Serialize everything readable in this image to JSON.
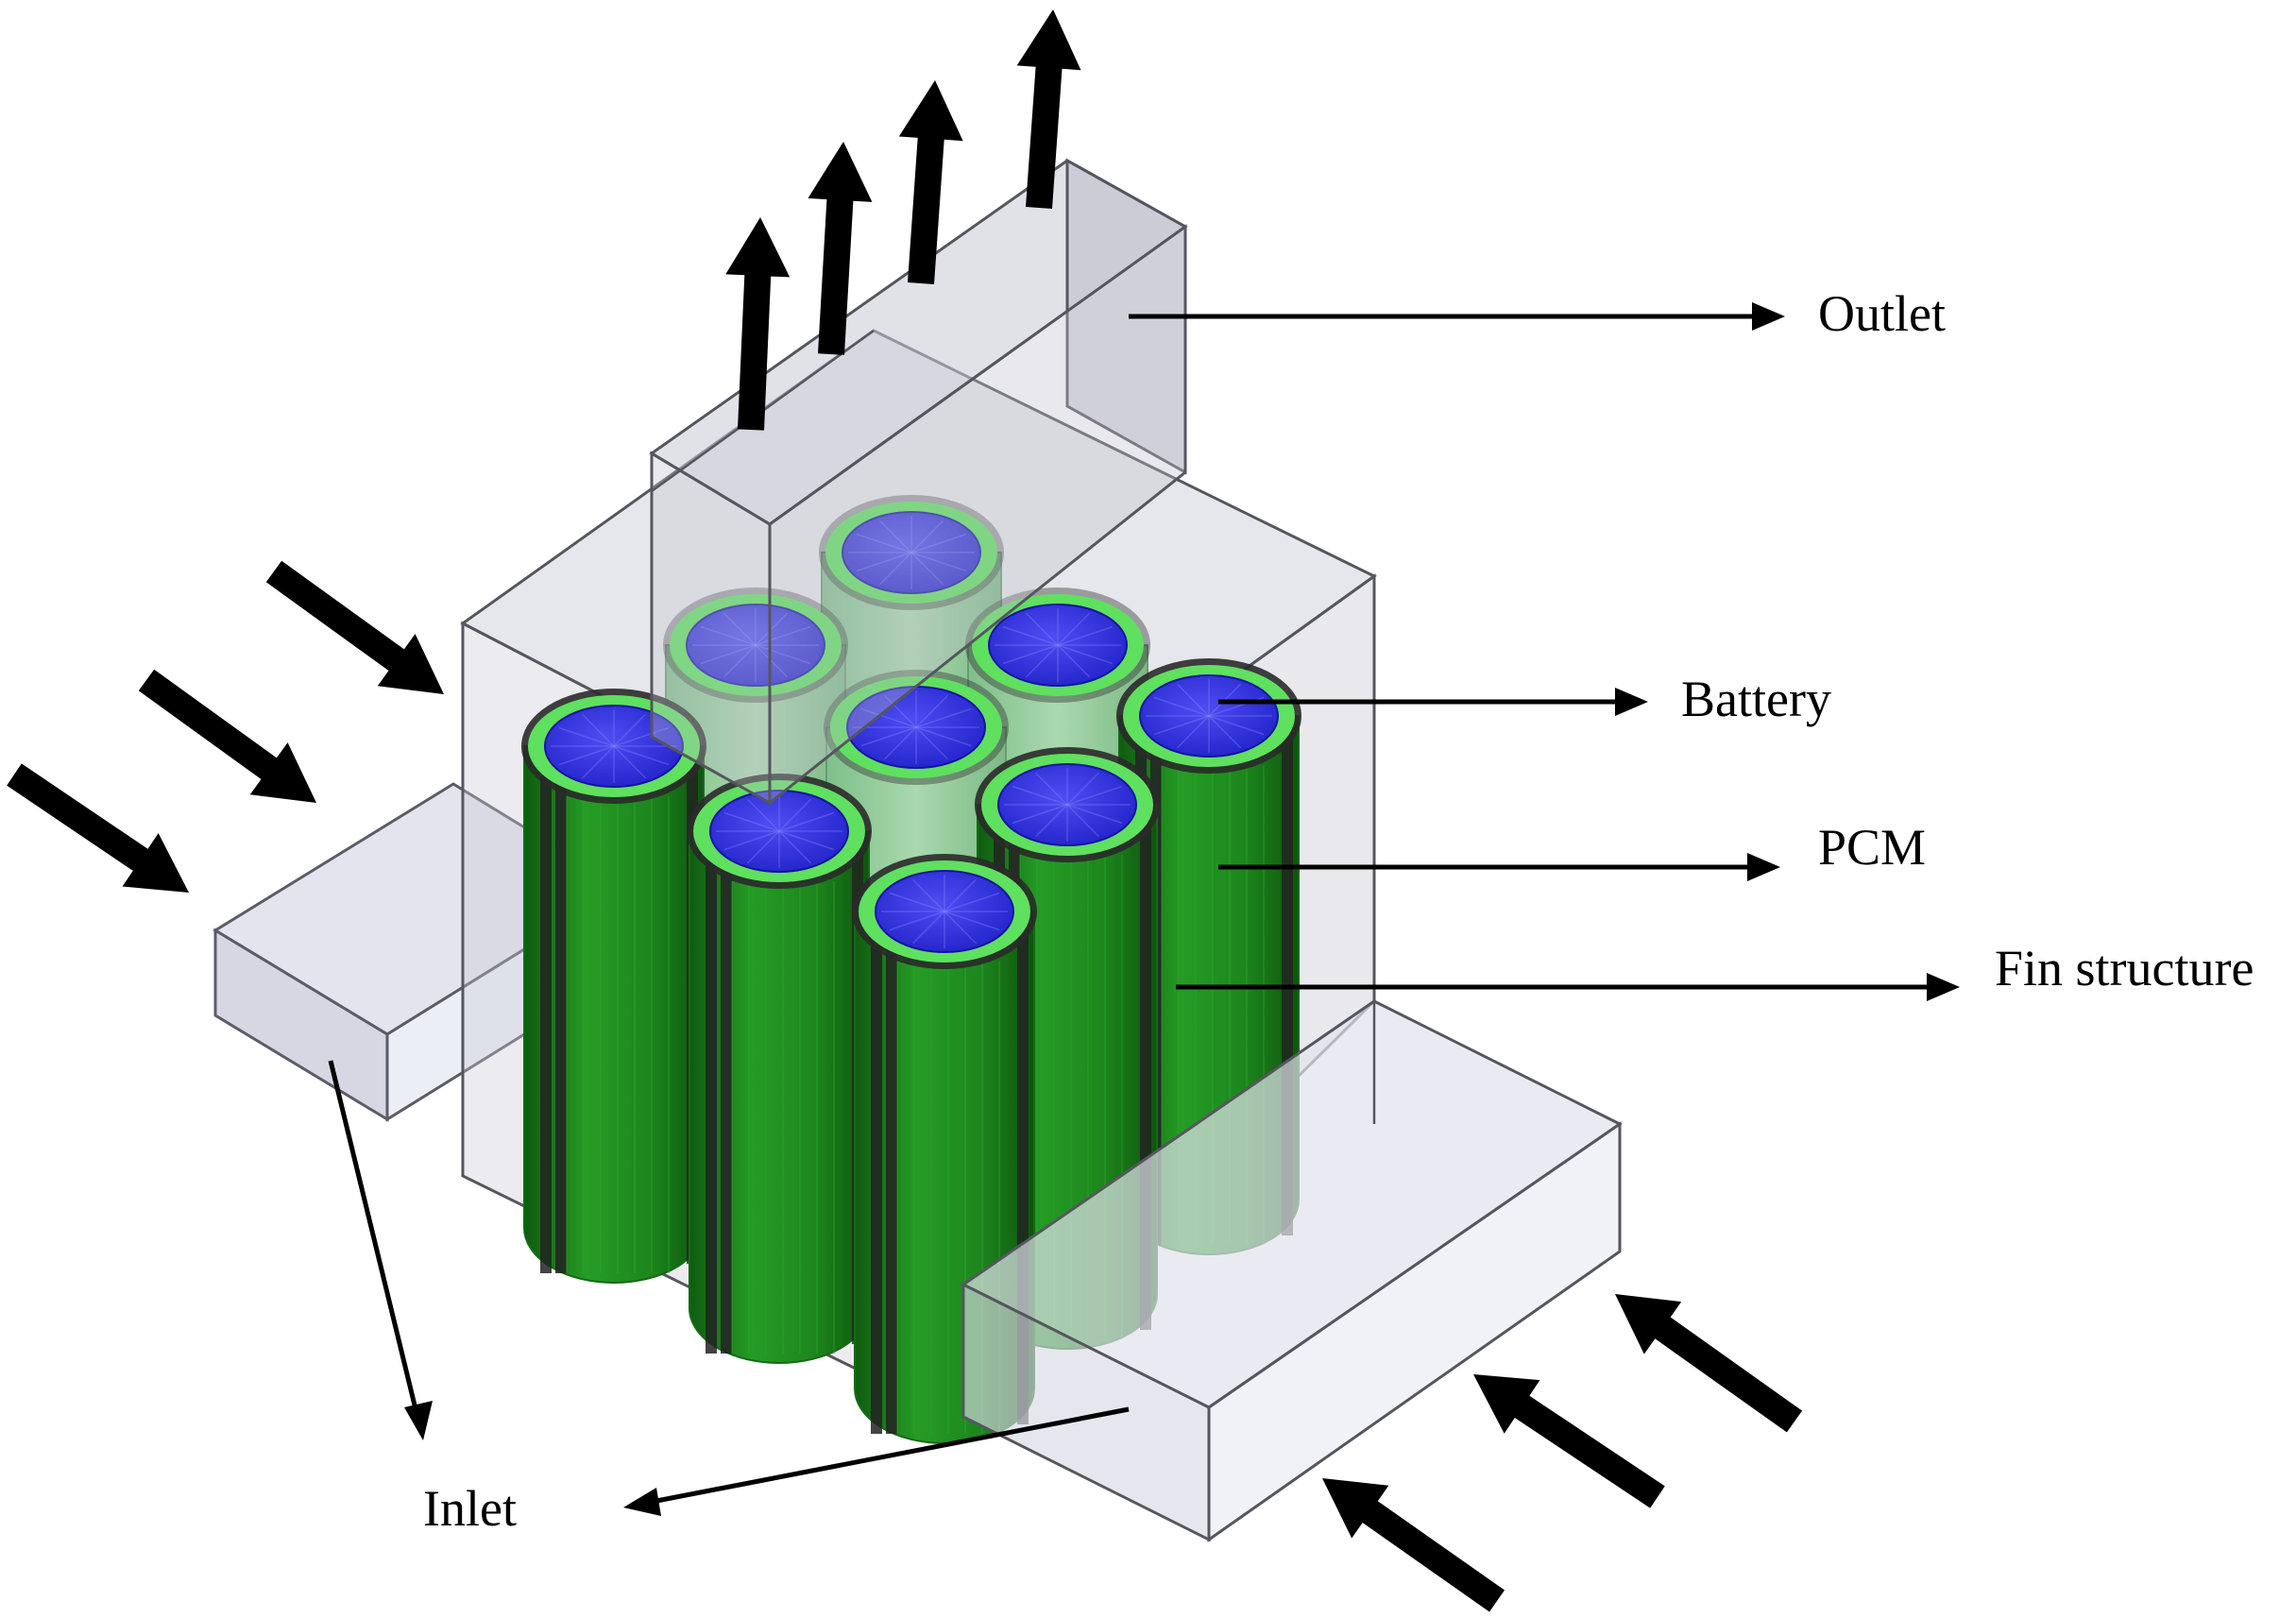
{
  "labels": {
    "outlet": "Outlet",
    "battery": "Battery",
    "pcm": "PCM",
    "fin_structure": "Fin structure",
    "inlet": "Inlet"
  },
  "colors": {
    "battery_body": "#1f8c1f",
    "battery_body_dark": "#156a15",
    "fin": "#222222",
    "ring": "#5fe05f",
    "battery_top": "#2b2bdc",
    "duct_fill": "#c9cad6",
    "duct_edge": "#55565e",
    "arrow": "#000000"
  }
}
